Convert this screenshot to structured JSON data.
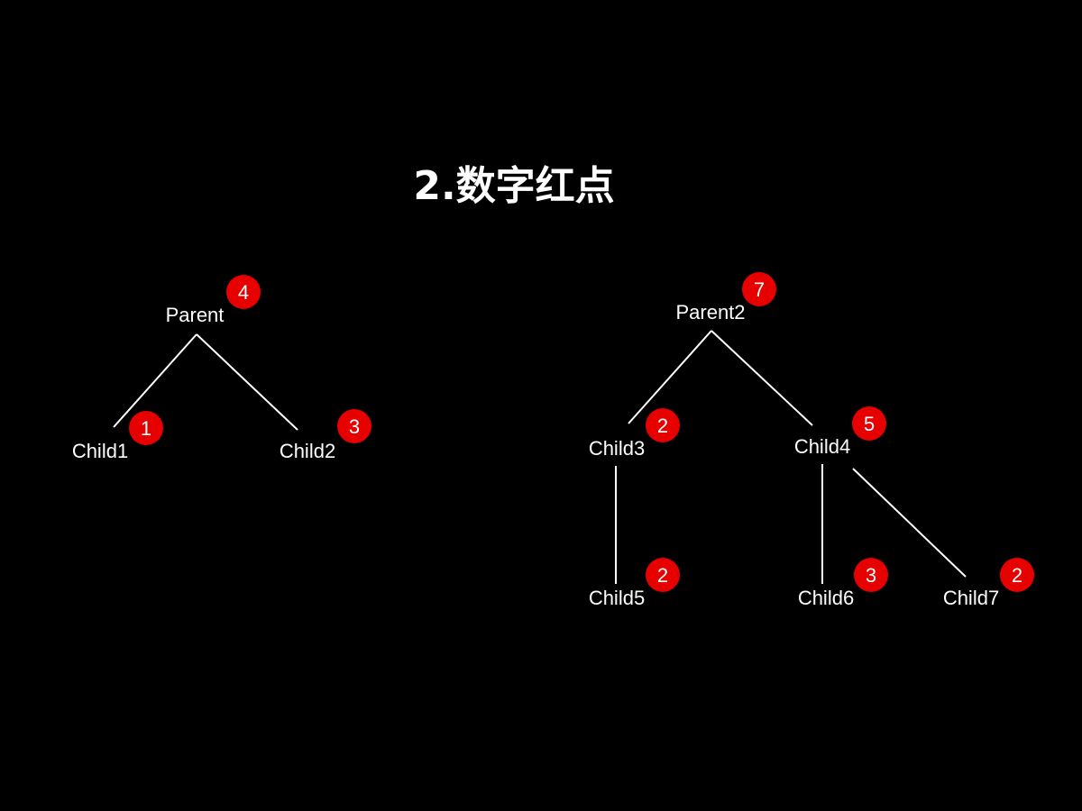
{
  "title": "2.数字红点",
  "badge_color": "#e60000",
  "trees": [
    {
      "nodes": [
        {
          "id": "parent",
          "label": "Parent",
          "count": "4"
        },
        {
          "id": "child1",
          "label": "Child1",
          "count": "1"
        },
        {
          "id": "child2",
          "label": "Child2",
          "count": "3"
        }
      ],
      "edges": [
        [
          "parent",
          "child1"
        ],
        [
          "parent",
          "child2"
        ]
      ]
    },
    {
      "nodes": [
        {
          "id": "parent2",
          "label": "Parent2",
          "count": "7"
        },
        {
          "id": "child3",
          "label": "Child3",
          "count": "2"
        },
        {
          "id": "child4",
          "label": "Child4",
          "count": "5"
        },
        {
          "id": "child5",
          "label": "Child5",
          "count": "2"
        },
        {
          "id": "child6",
          "label": "Child6",
          "count": "3"
        },
        {
          "id": "child7",
          "label": "Child7",
          "count": "2"
        }
      ],
      "edges": [
        [
          "parent2",
          "child3"
        ],
        [
          "parent2",
          "child4"
        ],
        [
          "child3",
          "child5"
        ],
        [
          "child4",
          "child6"
        ],
        [
          "child4",
          "child7"
        ]
      ]
    }
  ]
}
